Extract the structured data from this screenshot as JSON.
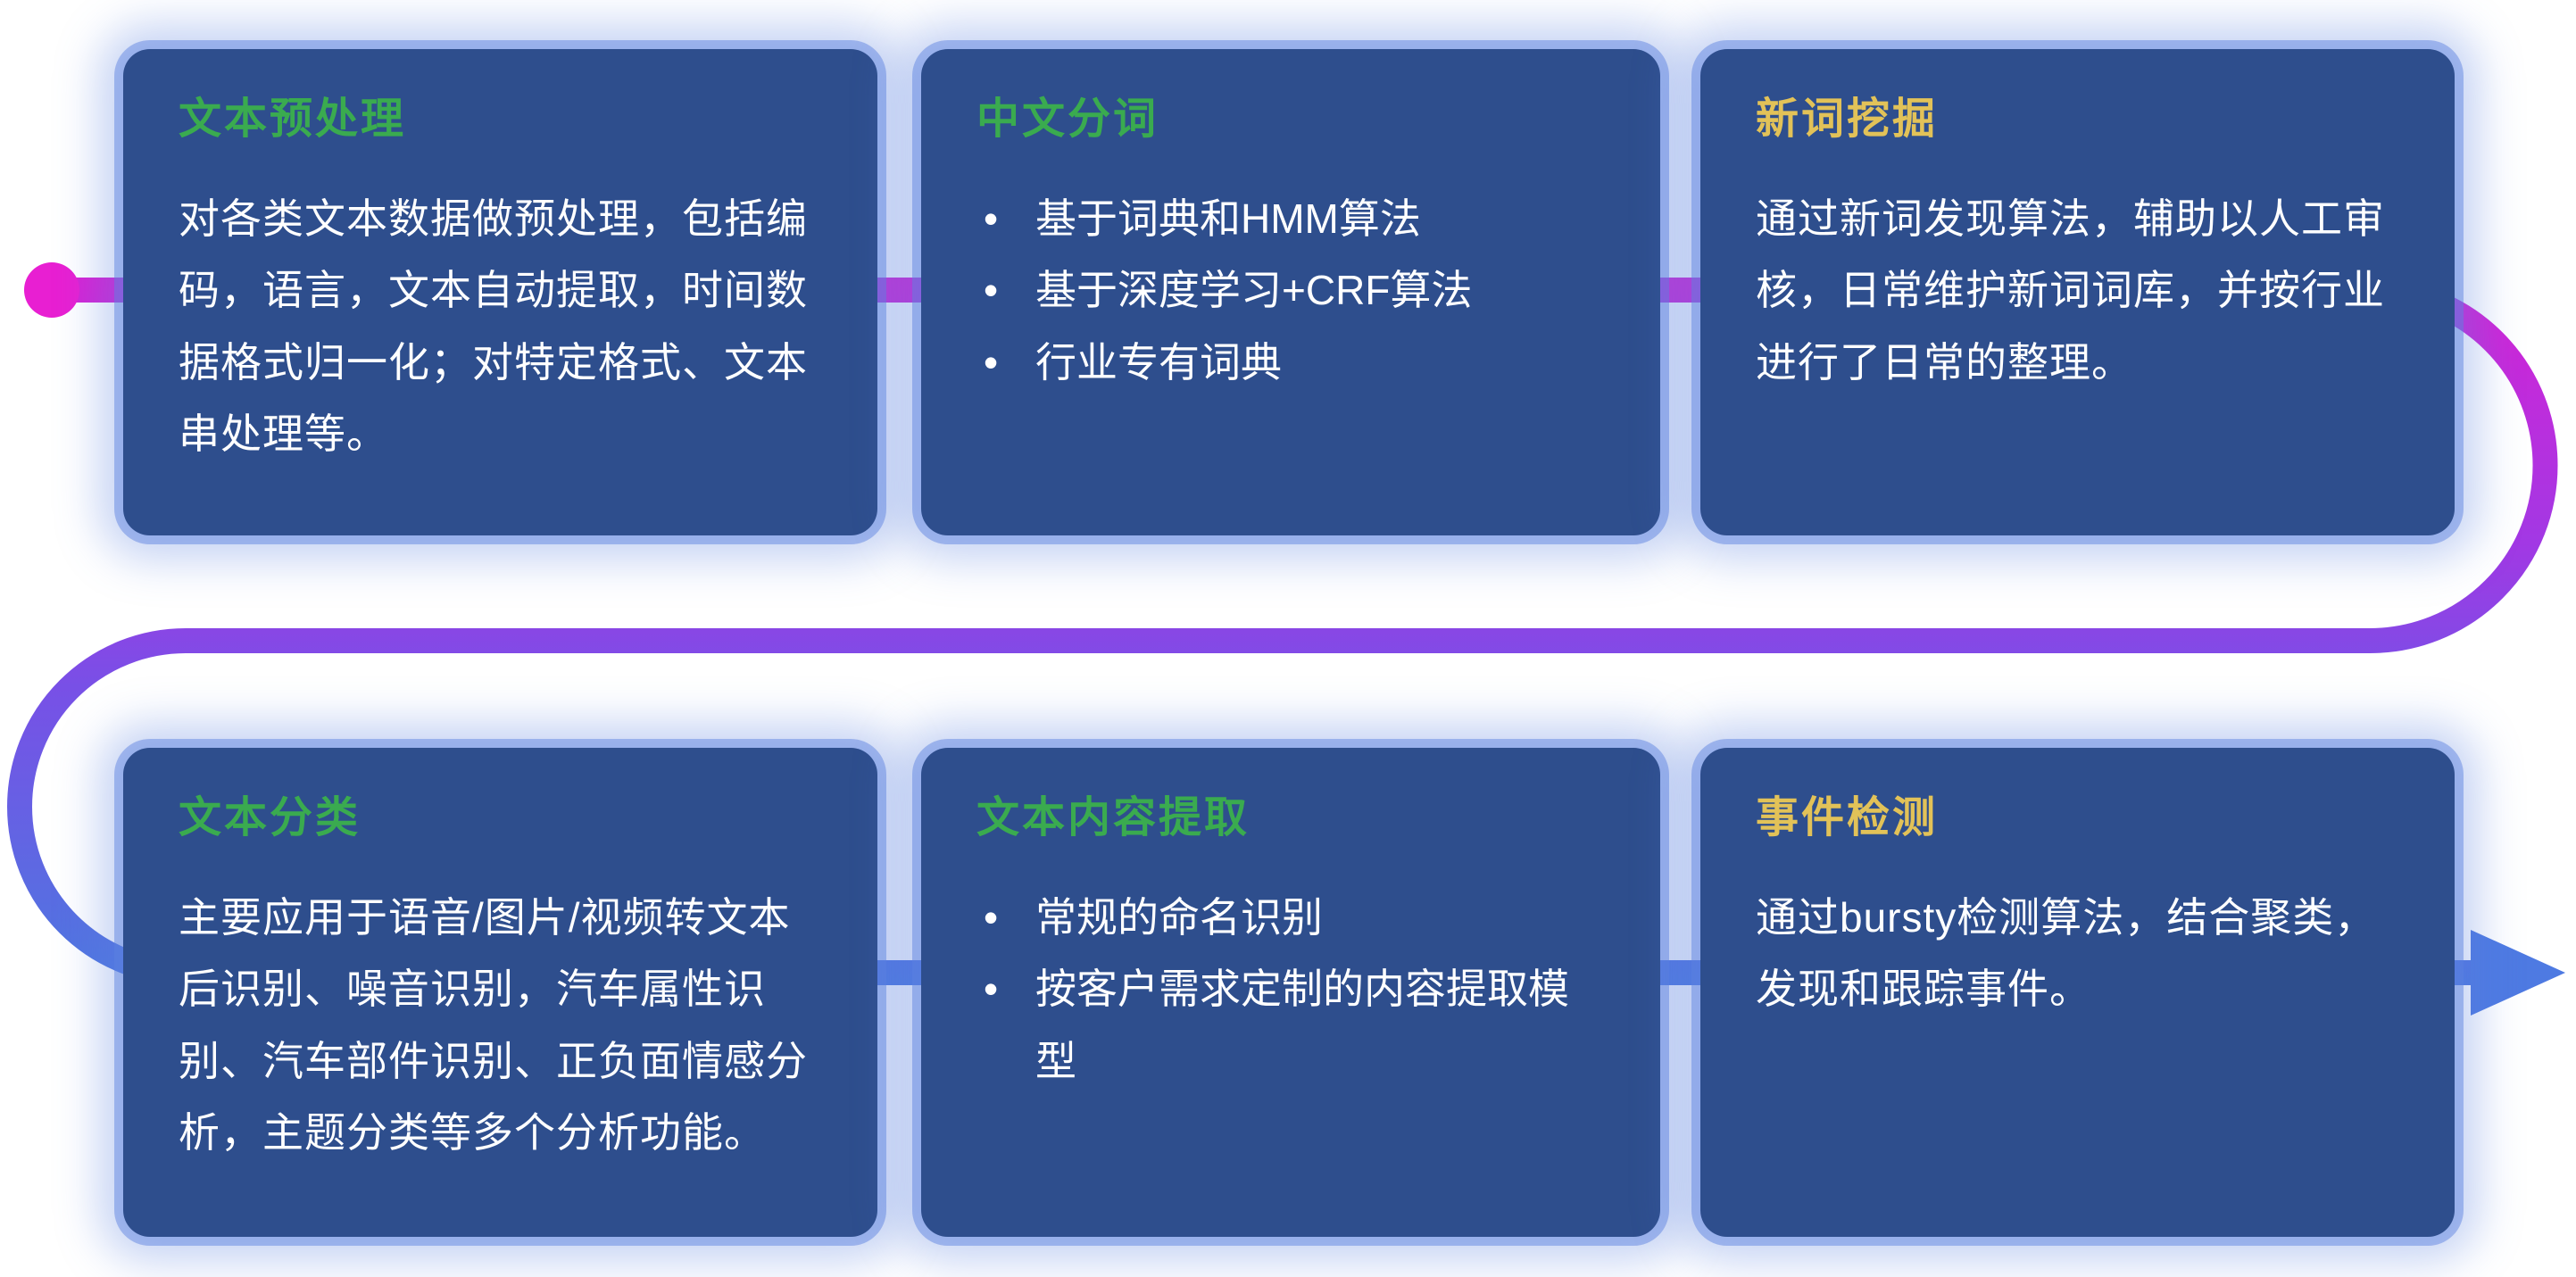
{
  "flow": {
    "start_dot_color": "#e81fd2",
    "line_gradient": {
      "stop1": "#d922d4",
      "stop2": "#a238e4",
      "stop3": "#7850e6",
      "stop4": "#4c79e0"
    },
    "arrow_color": "#4e7ae2",
    "direction": "left-to-right through top row, loops back, left-to-right through bottom row"
  },
  "colors": {
    "page_background": "#ffffff",
    "card_background": "#2e4e8d",
    "card_glow": "#5c82e0",
    "title_green": "#3aab4f",
    "title_yellow": "#e2c258",
    "body_text": "#ffffff"
  },
  "cards": [
    {
      "title": "文本预处理",
      "title_color": "#3aab4f",
      "body": "对各类文本数据做预处理，包括编码，语言，文本自动提取，时间数据格式归一化；对特定格式、文本串处理等。"
    },
    {
      "title": "中文分词",
      "title_color": "#3aab4f",
      "bullets": [
        "基于词典和HMM算法",
        "基于深度学习+CRF算法",
        "行业专有词典"
      ]
    },
    {
      "title": "新词挖掘",
      "title_color": "#e2c258",
      "body": "通过新词发现算法，辅助以人工审核，日常维护新词词库，并按行业进行了日常的整理。"
    },
    {
      "title": "文本分类",
      "title_color": "#3aab4f",
      "body": "主要应用于语音/图片/视频转文本后识别、噪音识别，汽车属性识别、汽车部件识别、正负面情感分析，主题分类等多个分析功能。"
    },
    {
      "title": "文本内容提取",
      "title_color": "#3aab4f",
      "bullets": [
        "常规的命名识别",
        "按客户需求定制的内容提取模型"
      ]
    },
    {
      "title": "事件检测",
      "title_color": "#e2c258",
      "body": "通过bursty检测算法，结合聚类，发现和跟踪事件。"
    }
  ]
}
